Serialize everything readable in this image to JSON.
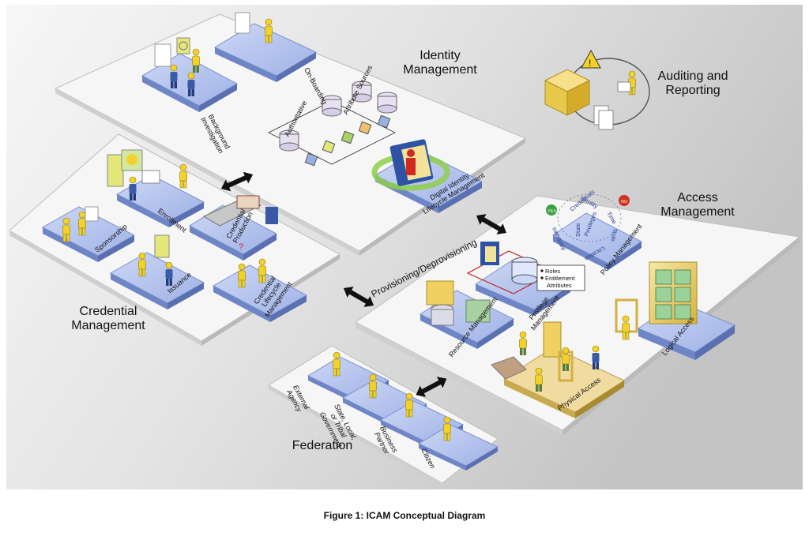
{
  "title_labels": {
    "identity": [
      "Identity",
      "Management"
    ],
    "credential": [
      "Credential",
      "Management"
    ],
    "access": [
      "Access",
      "Management"
    ],
    "federation": "Federation",
    "auditing": [
      "Auditing and",
      "Reporting"
    ],
    "provisioning": "Provisioning/Deprovisioning"
  },
  "identity_tiles": {
    "background": [
      "Background",
      "Investigation"
    ],
    "onboarding": "On-Boarding",
    "authoritative": "Authoritative",
    "attribute_sources": "Attribute Sources",
    "lifecycle": [
      "Digital Identity",
      "Lifecycle Management"
    ]
  },
  "credential_tiles": {
    "enrollment": "Enrollment",
    "sponsorship": "Sponsorship",
    "production": [
      "Credential",
      "Production"
    ],
    "issuance": "Issuance",
    "lifecycle": [
      "Credential",
      "Lifecycle",
      "Management"
    ]
  },
  "access_tiles": {
    "resource": "Resource Management",
    "privilege": [
      "Privilege",
      "Management"
    ],
    "policy": "Policy Management",
    "logical": "Logical Access",
    "physical": "Physical Access",
    "roles_box": [
      "Roles",
      "Entitlement",
      "Attributes"
    ],
    "policy_ring": [
      "Identity",
      "Time",
      "Role",
      "Location",
      "Attributes",
      "Credentials",
      "Privileges",
      "State"
    ],
    "yes": "YES",
    "no": "NO"
  },
  "federation_tiles": {
    "external": [
      "External",
      "Agency"
    ],
    "state": [
      "State, Local,",
      "or Tribal",
      "Government"
    ],
    "business": [
      "Business",
      "Partner"
    ],
    "citizen": "Citizen"
  },
  "caption": "Figure 1: ICAM Conceptual Diagram",
  "colors": {
    "platform": "#f4f4f4",
    "tile_top": "#b9c8ef",
    "tile_side": "#6f86c6",
    "person": "#f2d22a",
    "person_dark": "#2a3e78",
    "arrow": "#111111",
    "gold": "#e8c84a",
    "green": "#3aa040",
    "red": "#d03020"
  }
}
